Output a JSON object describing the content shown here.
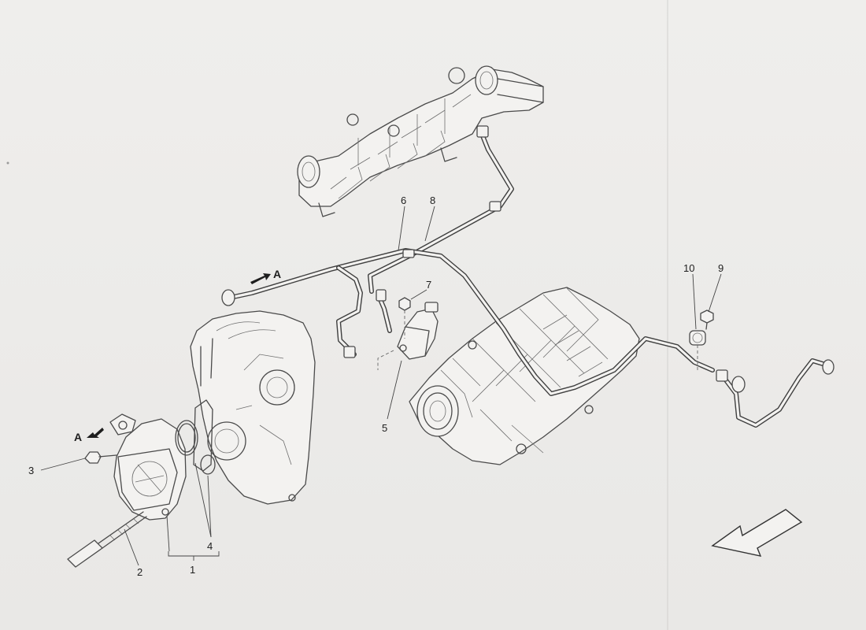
{
  "callouts": [
    {
      "id": "1",
      "label": "1"
    },
    {
      "id": "2",
      "label": "2"
    },
    {
      "id": "3",
      "label": "3"
    },
    {
      "id": "4",
      "label": "4"
    },
    {
      "id": "5",
      "label": "5"
    },
    {
      "id": "6",
      "label": "6"
    },
    {
      "id": "7",
      "label": "7"
    },
    {
      "id": "8",
      "label": "8"
    },
    {
      "id": "9",
      "label": "9"
    },
    {
      "id": "10",
      "label": "10"
    }
  ],
  "connection_markers": [
    {
      "id": "A-upper",
      "label": "A"
    },
    {
      "id": "A-lower",
      "label": "A"
    }
  ],
  "icons": {
    "direction_arrow": "front-direction-arrow-icon"
  }
}
